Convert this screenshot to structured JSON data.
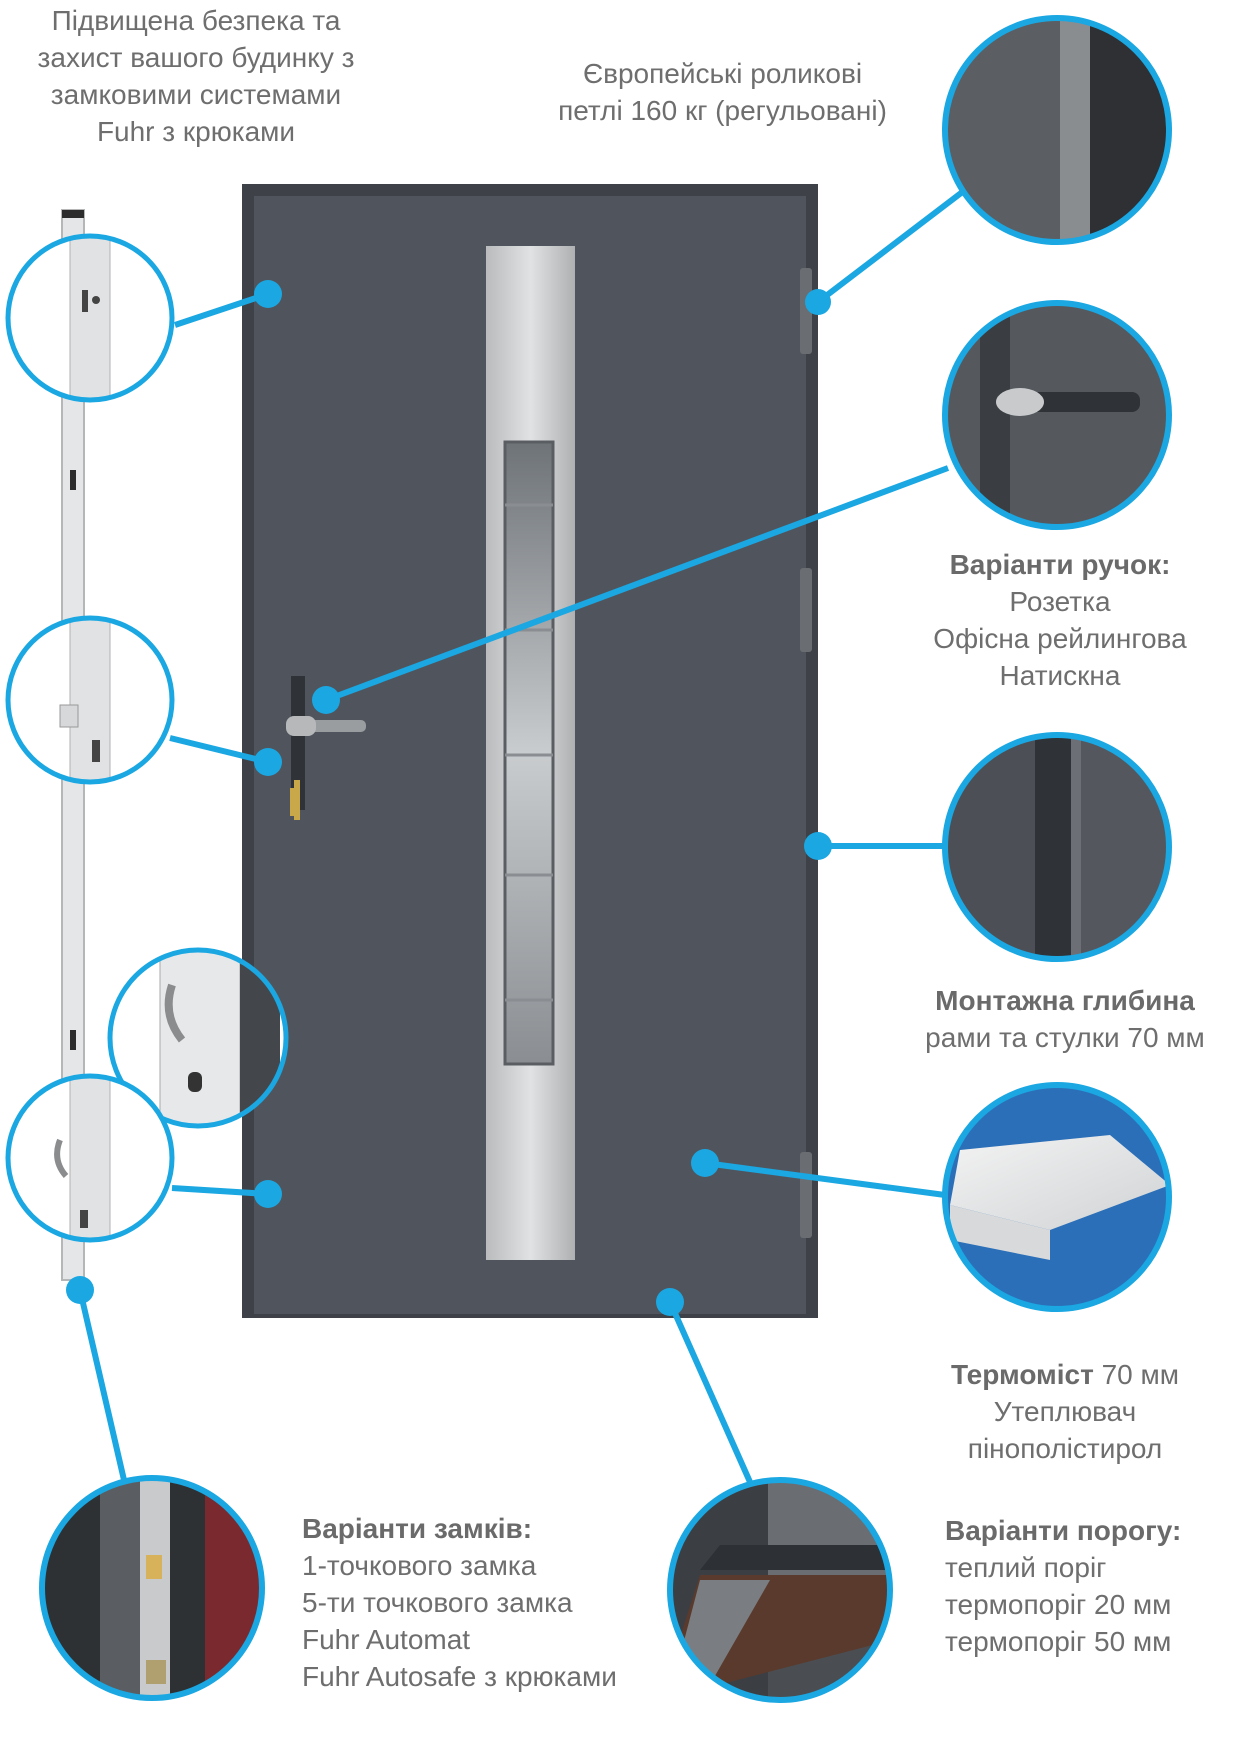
{
  "security": {
    "lines": [
      "Підвищена безпека та",
      "захист вашого будинку з",
      "замковими системами",
      "Fuhr з крюками"
    ]
  },
  "hinges": {
    "lines": [
      "Європейські роликові",
      "петлі 160 кг (регульовані)"
    ]
  },
  "handles": {
    "title": "Варіанти ручок:",
    "items": [
      "Розетка",
      "Офісна рейлингова",
      "Натискна"
    ]
  },
  "depth": {
    "title": "Монтажна глибина",
    "line": "рами та стулки 70 мм"
  },
  "thermo": {
    "title": "Термоміст",
    "title_suffix": " 70 мм",
    "items": [
      "Утеплювач",
      "пінополістирол"
    ]
  },
  "locks": {
    "title": "Варіанти замків:",
    "items": [
      "1-точкового замка",
      "5-ти точкового замка",
      "Fuhr Automat",
      "Fuhr Autosafe з крюками"
    ]
  },
  "threshold": {
    "title": "Варіанти порогу:",
    "items": [
      "теплий поріг",
      "термопоріг 20 мм",
      "термопоріг 50 мм"
    ]
  },
  "colors": {
    "accent": "#1aa7e2",
    "door": "#50555d",
    "frame": "#3e4248",
    "steel": "#c8cacc"
  }
}
